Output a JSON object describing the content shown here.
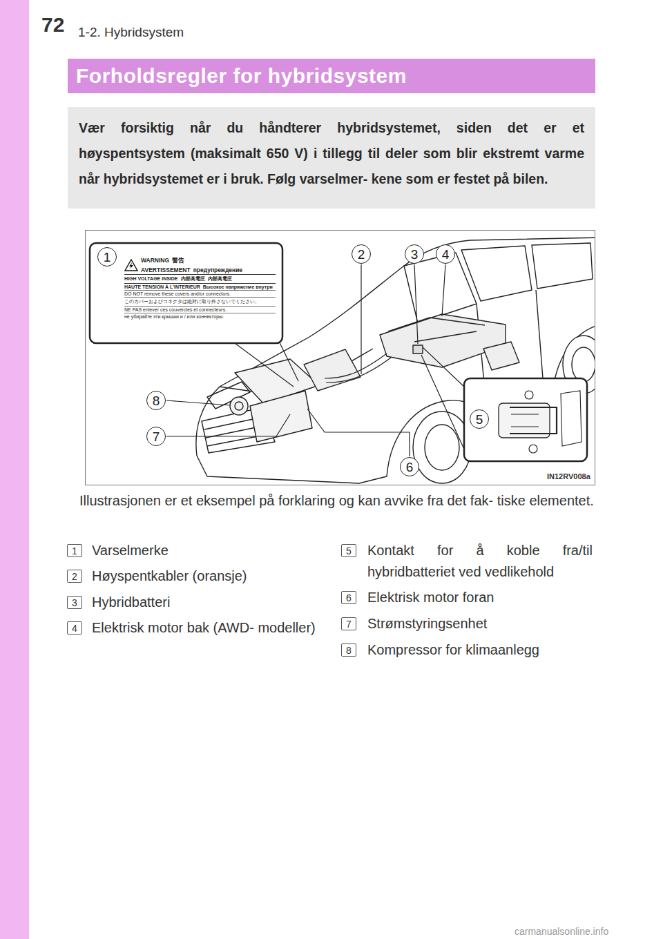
{
  "diagram": {
    "title": "Forholdsregler for hybridsystem",
    "caption": "Illustrasjonen er et eksempel på forklaring og kan avvike fra det fak- tiske elementet.",
    "nodes": [
      {
        "text": [
          "Vær forsiktig når du håndterer hybridsystemet, siden det er et høyspentsystem (maksimalt 650 V) i tillegg til deler som blir ekstremt varme når hybridsystemet er i bruk. Følg varselmer- kene som er festet på bilen."
        ]
      },
      {
        "text": [
          "1"
        ]
      },
      {
        "text": [
          "WARNING",
          "警告",
          "AVERTISSEMENT",
          "предупреждение",
          "HIGH VOLTAGE INSIDE",
          "内部高電圧",
          "内部高電圧",
          "HAUTE TENSION À L'INTERIEUR",
          "Высокое напряжение внутри",
          "DO NOT remove these covers and/or connectors.",
          "このカバーおよびコネクタは絶対に取り外さないでください。",
          "NE PAS enlever ces couvercles et connecteurs.",
          "не убирайте эти крышки и / или коннекторы."
        ]
      },
      {
        "text": [
          "2"
        ]
      },
      {
        "text": [
          "3"
        ]
      },
      {
        "text": [
          "4"
        ]
      },
      {
        "text": [
          "8"
        ]
      },
      {
        "text": [
          "5"
        ]
      },
      {
        "text": [
          "7"
        ]
      },
      {
        "text": [
          "6"
        ]
      },
      {
        "text": [
          "1"
        ]
      },
      {
        "text": [
          "2"
        ]
      },
      {
        "text": [
          "3"
        ]
      },
      {
        "text": [
          "4"
        ]
      },
      {
        "text": [
          "5"
        ]
      },
      {
        "text": [
          "6"
        ]
      },
      {
        "text": [
          "7"
        ]
      },
      {
        "text": [
          "8"
        ]
      }
    ],
    "labels": [
      "72",
      "1-2. Hybridsystem",
      "IN12RV008a",
      "Varselmerke",
      "Høyspentkabler (oransje)",
      "Hybridbatteri",
      "Elektrisk motor bak (AWD- modeller)",
      "Kontakt for å koble fra/til hybridbatteriet ved vedlikehold",
      "Elektrisk motor foran",
      "Strømstyringsenhet",
      "Kompressor for klimaanlegg",
      "carmanualsonline.info"
    ]
  }
}
